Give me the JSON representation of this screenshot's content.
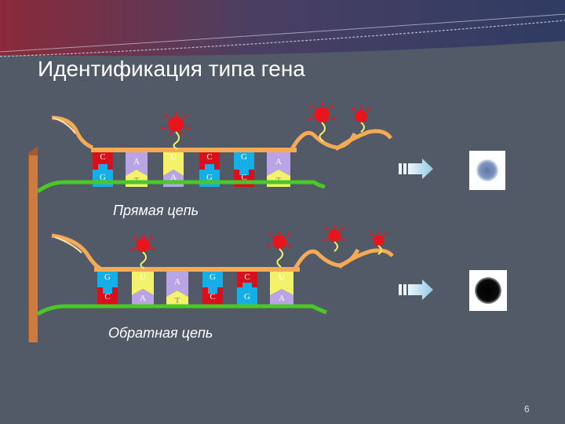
{
  "slide": {
    "title": "Идентификация типа гена",
    "page_number": "6"
  },
  "strands": [
    {
      "label": "Прямая цепь",
      "top_bases": [
        "C",
        "A",
        "U",
        "C",
        "G",
        "A"
      ],
      "bottom_bases": [
        "G",
        "T",
        "A",
        "G",
        "C",
        "T"
      ],
      "result": "weak-signal"
    },
    {
      "label": "Обратная цепь",
      "top_bases": [
        "G",
        "U",
        "A",
        "G",
        "C",
        "U"
      ],
      "bottom_bases": [
        "C",
        "A",
        "T",
        "C",
        "G",
        "A"
      ],
      "result": "strong-signal"
    }
  ],
  "colors": {
    "background": "#525a67",
    "support": "#cf7a3e",
    "backbone": "#4ac826",
    "probe_backbone": "#f5aa55",
    "marker": "#e8161c",
    "base_red": "#d8101c",
    "base_blue": "#16aee6",
    "base_yellow": "#f4f16a",
    "base_violet": "#b9a4e6",
    "arrow": "#a9d3e7",
    "spot_weak": "#6f87b5",
    "spot_strong": "#060606"
  }
}
